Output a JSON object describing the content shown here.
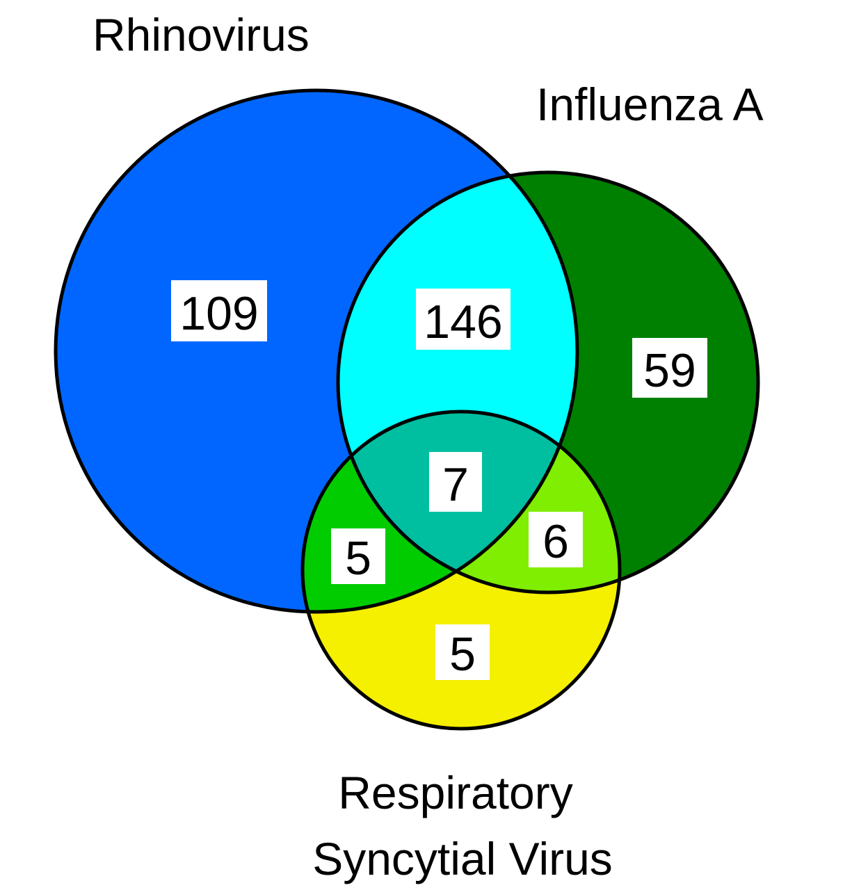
{
  "sets": {
    "rhinovirus": {
      "label": "Rhinovirus",
      "color": "#0066ff"
    },
    "influenza": {
      "label": "Influenza A",
      "color": "#008000"
    },
    "rsv": {
      "label_line1": "Respiratory",
      "label_line2": "Syncytial Virus",
      "color": "#f5ef00"
    }
  },
  "regions": {
    "rhino_only": {
      "count": "109"
    },
    "rhino_flu": {
      "count": "146",
      "color": "#00ffff"
    },
    "flu_only": {
      "count": "59"
    },
    "all_three": {
      "count": "7",
      "color": "#00bfa0"
    },
    "rhino_rsv": {
      "count": "5",
      "color": "#00cc00"
    },
    "flu_rsv": {
      "count": "6",
      "color": "#80ee00"
    },
    "rsv_only": {
      "count": "5"
    }
  }
}
